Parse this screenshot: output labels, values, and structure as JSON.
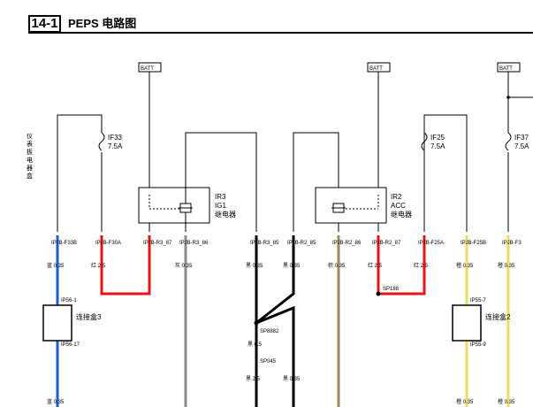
{
  "header": {
    "section": "14-1",
    "title": "PEPS 电路图"
  },
  "side_label": "仪表板电器盒",
  "batt_label": "BATT",
  "fuses": [
    {
      "id": "IF33",
      "rating": "7.5A"
    },
    {
      "id": "IF25",
      "rating": "7.5A"
    },
    {
      "id": "IF37",
      "rating": "7.5A"
    }
  ],
  "relays": [
    {
      "id": "IR3",
      "name": "IG1",
      "type": "继电器"
    },
    {
      "id": "IR2",
      "name": "ACC",
      "type": "继电器"
    }
  ],
  "pins": [
    "IPJB-F33B",
    "IPJB-F30A",
    "IPJB-R3_87",
    "IPJB-R3_86",
    "IPJB-R3_85",
    "IPJB-R2_85",
    "IPJB-R2_86",
    "IPJB-R2_87",
    "IPJB-F25A",
    "IPJB-F25B",
    "IPJB-F3"
  ],
  "wires": [
    {
      "name": "蓝 0.35",
      "color": "#1a5fd6"
    },
    {
      "name": "红 2.5",
      "color": "#e81313"
    },
    {
      "name": "灰 0.35",
      "color": "#8c8c8c"
    },
    {
      "name": "黑 0.35",
      "color": "#000000"
    },
    {
      "name": "棕 0.35",
      "color": "#a08a5c"
    },
    {
      "name": "橙 0.35",
      "color": "#f0dc55"
    }
  ],
  "wire_labels": {
    "blue": "蓝 0.35",
    "red": "红 2.5",
    "grey": "灰 0.35",
    "black_small": "黑 0.35",
    "black_large": "黑 2.5",
    "black_0_5": "黑 0.5",
    "brown": "棕 0.35",
    "yellow": "橙 0.35"
  },
  "splices": [
    "SP188",
    "SP8882",
    "SP045"
  ],
  "connectors": [
    {
      "name": "连接盒3",
      "pin_top": "IP56-1",
      "pin_bottom": "IP56-17"
    },
    {
      "name": "连接盒2",
      "pin_top": "IP55-7",
      "pin_bottom": "IP55-9"
    }
  ]
}
